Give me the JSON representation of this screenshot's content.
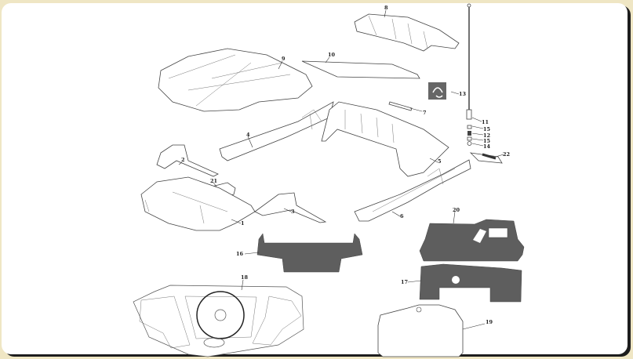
{
  "diagram": {
    "callouts": {
      "p1": "1",
      "p2": "2",
      "p3": "3",
      "p4": "4",
      "p5": "5",
      "p6": "6",
      "p7": "7",
      "p8": "8",
      "p9": "9",
      "p10": "10",
      "p11": "11",
      "p12": "12",
      "p13": "13",
      "p14": "14",
      "p15a": "15",
      "p15b": "15",
      "p16": "16",
      "p17": "17",
      "p18": "18",
      "p19": "19",
      "p20": "20",
      "p21": "21",
      "p22": "22"
    },
    "colors": {
      "frame": "#efe6c4",
      "panel": "#ffffff",
      "felt": "#5e5e5e"
    }
  }
}
